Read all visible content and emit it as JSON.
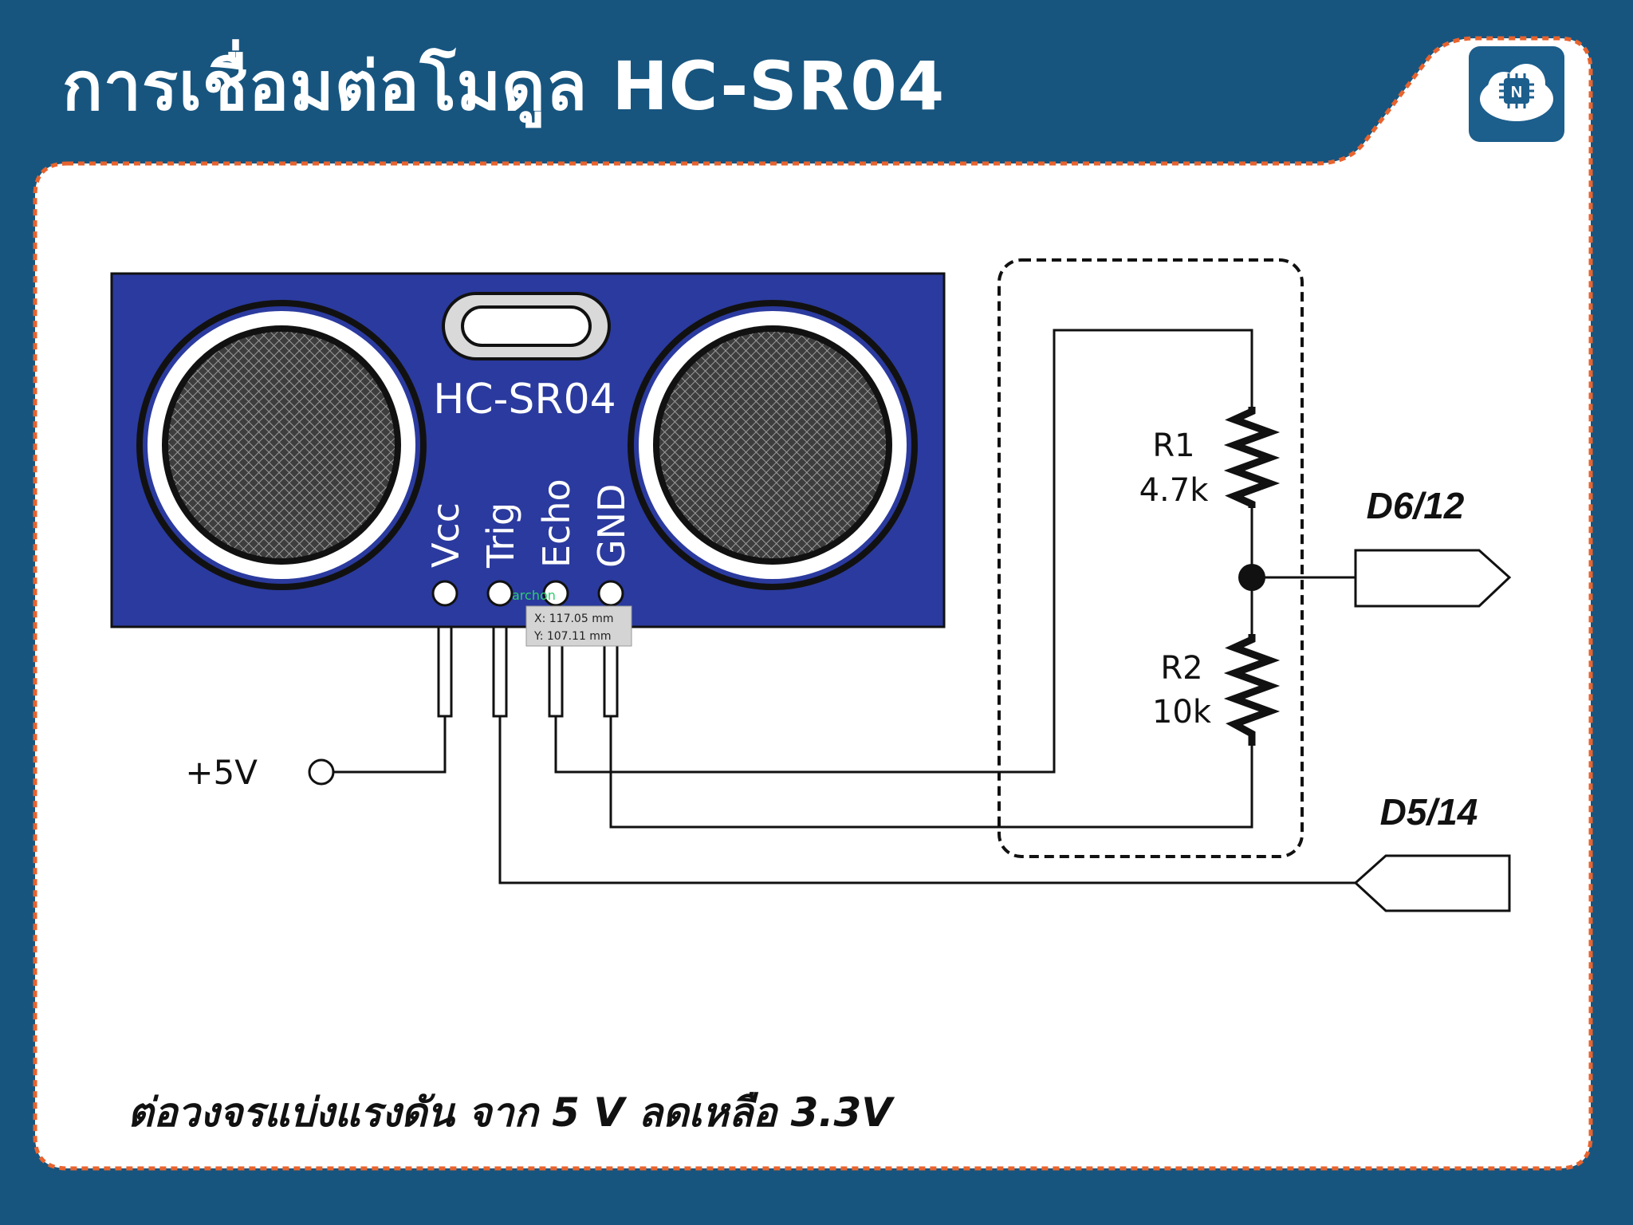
{
  "slide": {
    "title": "การเชื่อมต่อโมดูล HC-SR04",
    "caption": "ต่อวงจรแบ่งแรงดัน จาก 5 V ลดเหลือ 3.3V",
    "logo_icon": "chip-cloud-icon",
    "logo_letter": "N"
  },
  "module": {
    "name": "HC-SR04",
    "pins": [
      "Vcc",
      "Trig",
      "Echo",
      "GND"
    ],
    "cursor_tag": "archon"
  },
  "tooltip": {
    "x": "X: 117.05 mm",
    "y": "Y: 107.11 mm"
  },
  "circuit": {
    "supply": "+5V",
    "r1_name": "R1",
    "r1_value": "4.7k",
    "r2_name": "R2",
    "r2_value": "10k",
    "port_out": "D6/12",
    "port_in": "D5/14"
  },
  "colors": {
    "background": "#17557f",
    "border_dash": "#e8632d",
    "module_blue": "#2b3a9e",
    "panel": "#ffffff"
  }
}
